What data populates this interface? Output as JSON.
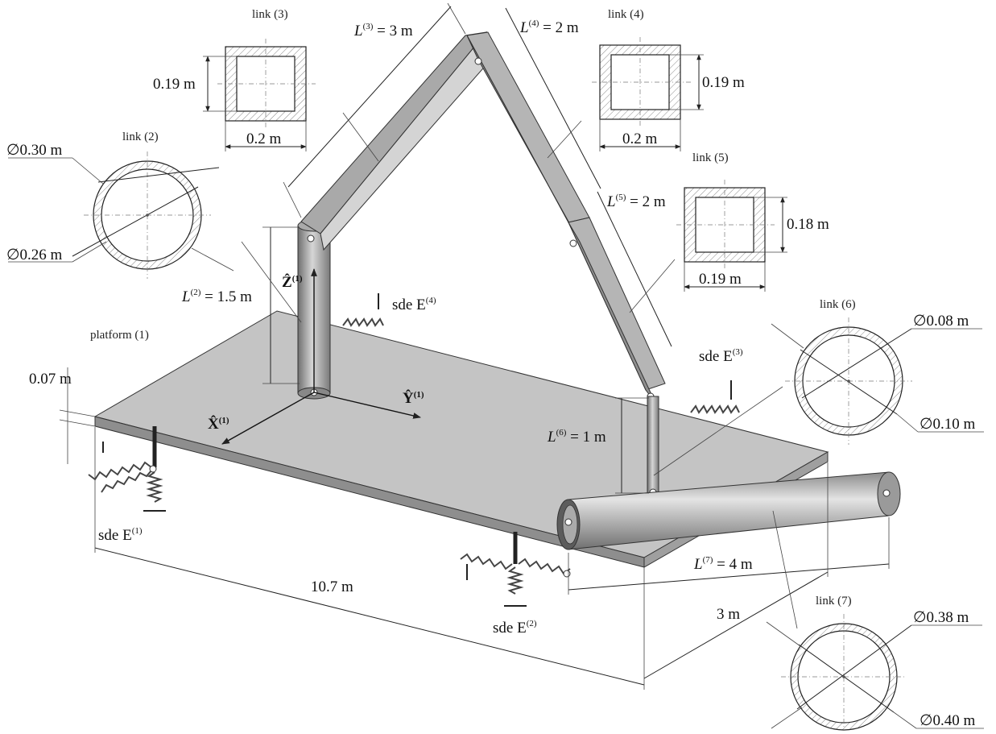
{
  "labels": {
    "platform": "platform (1)",
    "link2": "link (2)",
    "link3": "link (3)",
    "link4": "link (4)",
    "link5": "link (5)",
    "link6": "link (6)",
    "link7": "link (7)",
    "L2": "1.5 m",
    "L3": "3 m",
    "L4": "2 m",
    "L5": "2 m",
    "L6": "1 m",
    "L7": "4 m",
    "L2_sup": "(2)",
    "L3_sup": "(3)",
    "L4_sup": "(4)",
    "L5_sup": "(5)",
    "L6_sup": "(6)",
    "L7_sup": "(7)",
    "L_sym": "L",
    "sde_prefix": "sde E",
    "sde1_sup": "(1)",
    "sde2_sup": "(2)",
    "sde3_sup": "(3)",
    "sde4_sup": "(4)",
    "axis_x": "X̂",
    "axis_y": "Ŷ",
    "axis_z": "Ẑ",
    "axis_sup": "(1)",
    "platform_length": "10.7 m",
    "platform_width": "3 m",
    "platform_thickness": "0.07 m",
    "link3_h": "0.19 m",
    "link3_w": "0.2 m",
    "link4_h": "0.19 m",
    "link4_w": "0.2 m",
    "link5_h": "0.18 m",
    "link5_w": "0.19 m",
    "link2_outer": "∅0.30 m",
    "link2_inner": "∅0.26 m",
    "link6_inner": "∅0.08 m",
    "link6_outer": "∅0.10 m",
    "link7_inner": "∅0.38 m",
    "link7_outer": "∅0.40 m"
  }
}
